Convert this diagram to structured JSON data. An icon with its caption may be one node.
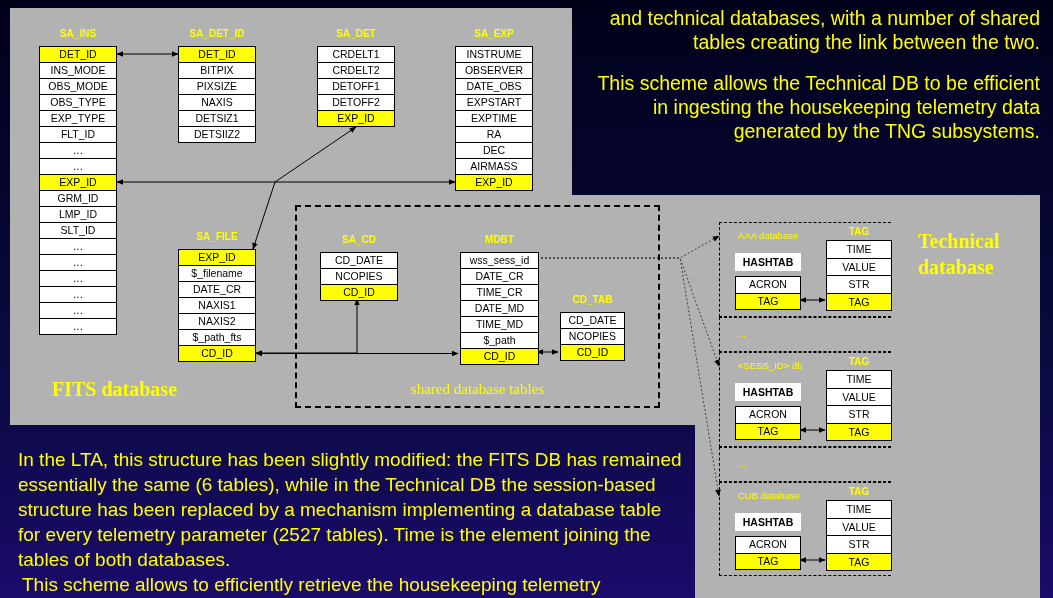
{
  "diagram": {
    "nodes": [
      {
        "text": [
          "SA_INS"
        ]
      },
      {
        "text": [
          "DET_ID"
        ],
        "in": 0
      },
      {
        "text": [
          "INS_MODE"
        ],
        "in": 0
      },
      {
        "text": [
          "OBS_MODE"
        ],
        "in": 0
      },
      {
        "text": [
          "OBS_TYPE"
        ],
        "in": 0
      },
      {
        "text": [
          "EXP_TYPE"
        ],
        "in": 0
      },
      {
        "text": [
          "FLT_ID"
        ],
        "in": 0
      },
      {
        "text": [
          "…"
        ],
        "in": 0
      },
      {
        "text": [
          "…"
        ],
        "in": 0
      },
      {
        "text": [
          "EXP_ID"
        ],
        "in": 0
      },
      {
        "text": [
          "GRM_ID"
        ],
        "in": 0
      },
      {
        "text": [
          "LMP_ID"
        ],
        "in": 0
      },
      {
        "text": [
          "SLT_ID"
        ],
        "in": 0
      },
      {
        "text": [
          "…"
        ],
        "in": 0
      },
      {
        "text": [
          "…"
        ],
        "in": 0
      },
      {
        "text": [
          "…"
        ],
        "in": 0
      },
      {
        "text": [
          "…"
        ],
        "in": 0
      },
      {
        "text": [
          "…"
        ],
        "in": 0
      },
      {
        "text": [
          "…"
        ],
        "in": 0
      },
      {
        "text": [
          "SA_DET_ID"
        ]
      },
      {
        "text": [
          "DET_ID"
        ],
        "in": 19
      },
      {
        "text": [
          "BITPIX"
        ],
        "in": 19
      },
      {
        "text": [
          "PIXSIZE"
        ],
        "in": 19
      },
      {
        "text": [
          "NAXIS"
        ],
        "in": 19
      },
      {
        "text": [
          "DETSIZ1"
        ],
        "in": 19
      },
      {
        "text": [
          "DETSIIZ2"
        ],
        "in": 19
      },
      {
        "text": [
          "SA_DET"
        ]
      },
      {
        "text": [
          "CRDELT1"
        ],
        "in": 26
      },
      {
        "text": [
          "CRDELT2"
        ],
        "in": 26
      },
      {
        "text": [
          "DETOFF1"
        ],
        "in": 26
      },
      {
        "text": [
          "DETOFF2"
        ],
        "in": 26
      },
      {
        "text": [
          "EXP_ID"
        ],
        "in": 26
      },
      {
        "text": [
          "SA_EXP"
        ]
      },
      {
        "text": [
          "INSTRUME"
        ],
        "in": 32
      },
      {
        "text": [
          "OBSERVER"
        ],
        "in": 32
      },
      {
        "text": [
          "DATE_OBS"
        ],
        "in": 32
      },
      {
        "text": [
          "EXPSTART"
        ],
        "in": 32
      },
      {
        "text": [
          "EXPTIME"
        ],
        "in": 32
      },
      {
        "text": [
          "RA"
        ],
        "in": 32
      },
      {
        "text": [
          "DEC"
        ],
        "in": 32
      },
      {
        "text": [
          "AIRMASS"
        ],
        "in": 32
      },
      {
        "text": [
          "EXP_ID"
        ],
        "in": 32
      },
      {
        "text": [
          "SA_FILE"
        ]
      },
      {
        "text": [
          "EXP_ID"
        ],
        "in": 42
      },
      {
        "text": [
          "$_filename"
        ],
        "in": 42
      },
      {
        "text": [
          "DATE_CR"
        ],
        "in": 42
      },
      {
        "text": [
          "NAXIS1"
        ],
        "in": 42
      },
      {
        "text": [
          "NAXIS2"
        ],
        "in": 42
      },
      {
        "text": [
          "$_path_fts"
        ],
        "in": 42
      },
      {
        "text": [
          "CD_ID"
        ],
        "in": 42
      },
      {
        "text": [
          "shared database tables"
        ]
      },
      {
        "text": [
          "SA_CD"
        ],
        "in": 50
      },
      {
        "text": [
          "CD_DATE"
        ],
        "in": 51
      },
      {
        "text": [
          "NCOPIES"
        ],
        "in": 51
      },
      {
        "text": [
          "CD_ID"
        ],
        "in": 51
      },
      {
        "text": [
          "MDBT"
        ],
        "in": 50
      },
      {
        "text": [
          "wss_sess_id"
        ],
        "in": 55
      },
      {
        "text": [
          "DATE_CR"
        ],
        "in": 55
      },
      {
        "text": [
          "TIME_CR"
        ],
        "in": 55
      },
      {
        "text": [
          "DATE_MD"
        ],
        "in": 55
      },
      {
        "text": [
          "TIME_MD"
        ],
        "in": 55
      },
      {
        "text": [
          "$_path"
        ],
        "in": 55
      },
      {
        "text": [
          "CD_ID"
        ],
        "in": 55
      },
      {
        "text": [
          "CD_TAB"
        ],
        "in": 50
      },
      {
        "text": [
          "CD_DATE"
        ],
        "in": 63
      },
      {
        "text": [
          "NCOPIES"
        ],
        "in": 63
      },
      {
        "text": [
          "CD_ID"
        ],
        "in": 63
      },
      {
        "text": [
          "AAA database"
        ]
      },
      {
        "text": [
          "HASHTAB"
        ],
        "in": 67
      },
      {
        "text": [
          "ACRON"
        ],
        "in": 67
      },
      {
        "text": [
          "TAG"
        ],
        "in": 67
      },
      {
        "text": [
          "TAG"
        ],
        "in": 67
      },
      {
        "text": [
          "TIME"
        ],
        "in": 71
      },
      {
        "text": [
          "VALUE"
        ],
        "in": 71
      },
      {
        "text": [
          "STR"
        ],
        "in": 71
      },
      {
        "text": [
          "TAG"
        ],
        "in": 71
      },
      {
        "text": [
          "..."
        ]
      },
      {
        "text": [
          "<SESS_ID> db"
        ]
      },
      {
        "text": [
          "HASHTAB"
        ],
        "in": 77
      },
      {
        "text": [
          "ACRON"
        ],
        "in": 77
      },
      {
        "text": [
          "TAG"
        ],
        "in": 77
      },
      {
        "text": [
          "TAG"
        ],
        "in": 77
      },
      {
        "text": [
          "TIME"
        ],
        "in": 81
      },
      {
        "text": [
          "VALUE"
        ],
        "in": 81
      },
      {
        "text": [
          "STR"
        ],
        "in": 81
      },
      {
        "text": [
          "TAG"
        ],
        "in": 81
      },
      {
        "text": [
          "..."
        ]
      },
      {
        "text": [
          "CUB database"
        ]
      },
      {
        "text": [
          "HASHTAB"
        ],
        "in": 87
      },
      {
        "text": [
          "ACRON"
        ],
        "in": 87
      },
      {
        "text": [
          "TAG"
        ],
        "in": 87
      },
      {
        "text": [
          "TAG"
        ],
        "in": 87
      },
      {
        "text": [
          "TIME"
        ],
        "in": 91
      },
      {
        "text": [
          "VALUE"
        ],
        "in": 91
      },
      {
        "text": [
          "STR"
        ],
        "in": 91
      },
      {
        "text": [
          "TAG"
        ],
        "in": 91
      }
    ],
    "edges": [
      {
        "from": 1,
        "to": 20,
        "arrow": "both"
      },
      {
        "from": 9,
        "to": 41,
        "arrow": "both"
      },
      {
        "from": 43,
        "to": 31,
        "arrow": "both"
      },
      {
        "from": 49,
        "to": 62,
        "arrow": "both"
      },
      {
        "from": 49,
        "to": 54,
        "arrow": "both"
      },
      {
        "from": 62,
        "to": 66,
        "arrow": "both"
      },
      {
        "from": 56,
        "to": 67,
        "arrow": "to",
        "style": "dashed"
      },
      {
        "from": 56,
        "to": 77,
        "arrow": "to",
        "style": "dashed"
      },
      {
        "from": 56,
        "to": 87,
        "arrow": "to",
        "style": "dashed"
      },
      {
        "from": 70,
        "to": 75,
        "arrow": "both"
      },
      {
        "from": 80,
        "to": 85,
        "arrow": "both"
      },
      {
        "from": 90,
        "to": 95,
        "arrow": "both"
      }
    ],
    "labels": [
      "and technical databases, with a number of shared tables creating the link between the two.",
      "This scheme allows the Technical DB to be efficient in ingesting the housekeeping telemetry data generated by the TNG subsystems.",
      "FITS database",
      "Technical database",
      "In the LTA, this structure has been slightly modified: the FITS DB has remained essentially the same (6 tables), while in the Technical DB the session-based structure has been replaced by a mechanism implementing a database table for every telemetry parameter (2527 tables). Time is the element joining the tables of both databases.",
      "This scheme allows to efficiently retrieve the housekeeping telemetry"
    ]
  }
}
